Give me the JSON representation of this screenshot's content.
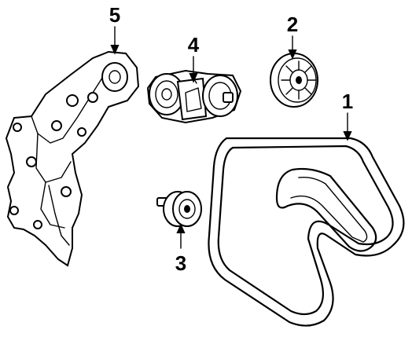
{
  "diagram": {
    "callouts": [
      {
        "id": "belt",
        "label": "1"
      },
      {
        "id": "idler-pulley-ribbed",
        "label": "2"
      },
      {
        "id": "idler-pulley-small",
        "label": "3"
      },
      {
        "id": "tensioner",
        "label": "4"
      },
      {
        "id": "mounting-bracket",
        "label": "5"
      }
    ]
  }
}
